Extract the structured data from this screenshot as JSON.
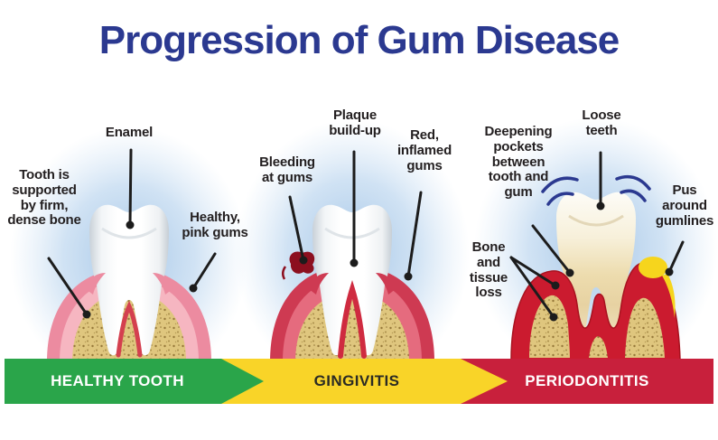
{
  "title": "Progression of Gum Disease",
  "panels": [
    {
      "stage_label": "HEALTHY TOOTH",
      "labels": {
        "enamel": "Enamel",
        "bone_support": "Tooth is\nsupported\nby firm,\ndense bone",
        "gums": "Healthy,\npink gums"
      }
    },
    {
      "stage_label": "GINGIVITIS",
      "labels": {
        "plaque": "Plaque\nbuild-up",
        "bleeding": "Bleeding\nat gums",
        "inflamed": "Red,\ninflamed\ngums"
      }
    },
    {
      "stage_label": "PERIODONTITIS",
      "labels": {
        "loose": "Loose\nteeth",
        "pockets": "Deepening\npockets\nbetween\ntooth and\ngum",
        "pus": "Pus\naround\ngumlines",
        "bone_loss": "Bone\nand\ntissue\nloss"
      }
    }
  ],
  "colors": {
    "title": "#2b3990",
    "label_text": "#231f20",
    "pointer_black": "#1c1c1c",
    "banner_green": "#2aa54a",
    "banner_yellow": "#f9d428",
    "banner_red": "#c8203c",
    "healthy_gum_outer": "#ec8ba0",
    "healthy_gum_inner": "#f6b6c1",
    "inflamed_gum_outer": "#ce3a52",
    "inflamed_gum_inner": "#e56b7e",
    "perio_gum_red": "#cb1b2f",
    "bone_tan": "#dfc67e",
    "pus_yellow": "#f6d51d",
    "blood_dark_red": "#8c0f1f",
    "ligament_red": "#d4404f",
    "motion_arc_blue": "#2b3990",
    "glow_blue": "#9fc2e5"
  }
}
